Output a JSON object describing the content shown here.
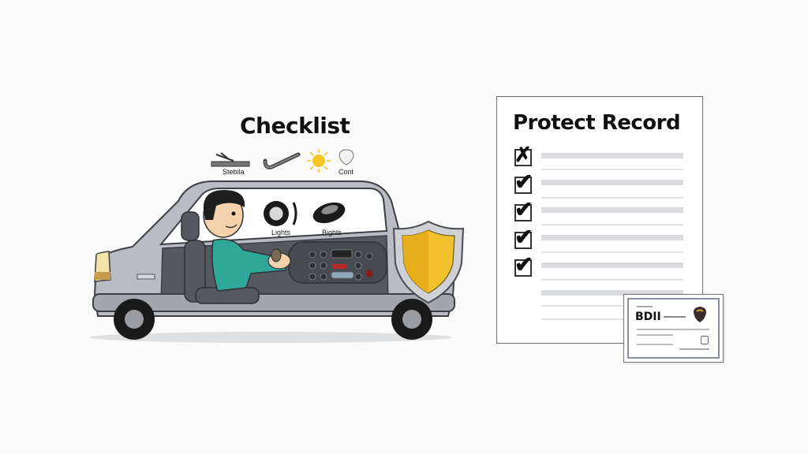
{
  "scene": {
    "background": "#fbfbfb",
    "description": "Illustration of car checklist with driver, shield, and protection record document"
  },
  "checklist": {
    "title": "Checklist",
    "top_icons": [
      {
        "icon": "wiper-blade-icon",
        "label": "Stebila"
      },
      {
        "icon": "wiper-arm-icon",
        "label": ""
      },
      {
        "icon": "sun-icon",
        "label": ""
      },
      {
        "icon": "shield-outline-icon",
        "label": "Cont"
      }
    ],
    "window_icons": [
      {
        "icon": "tire-icon",
        "label": "Lights"
      },
      {
        "icon": "tire-tilted-icon",
        "label": "Bights"
      }
    ]
  },
  "record": {
    "title": "Protect Record",
    "rows": [
      {
        "mark": "x",
        "checked": true
      },
      {
        "mark": "check",
        "checked": true
      },
      {
        "mark": "check",
        "checked": true
      },
      {
        "mark": "check",
        "checked": true
      },
      {
        "mark": "check",
        "checked": true
      }
    ]
  },
  "certificate": {
    "title": "BDII"
  },
  "colors": {
    "car_body": "#b9bcc2",
    "car_dark": "#55585f",
    "shirt": "#2fa89a",
    "skin": "#f6d2ad",
    "shield_gold": "#f2c12e",
    "headlight": "#f3e3a8"
  }
}
